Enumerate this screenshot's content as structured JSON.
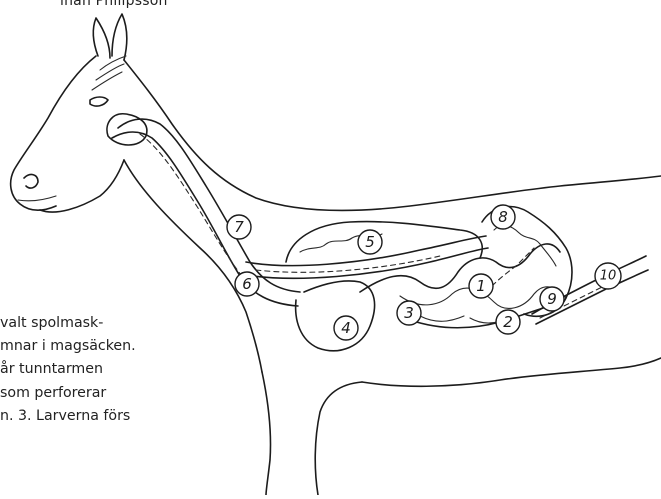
{
  "credit": "ihan Philipsson",
  "caption_lines": [
    "valt spolmask-",
    "mnar i magsäcken.",
    "år tunntarmen",
    " som perforerar",
    "n. 3. Larverna förs"
  ],
  "markers": [
    {
      "label": "1"
    },
    {
      "label": "2"
    },
    {
      "label": "3"
    },
    {
      "label": "4"
    },
    {
      "label": "5"
    },
    {
      "label": "6"
    },
    {
      "label": "7"
    },
    {
      "label": "8"
    },
    {
      "label": "9"
    },
    {
      "label": "10"
    }
  ]
}
